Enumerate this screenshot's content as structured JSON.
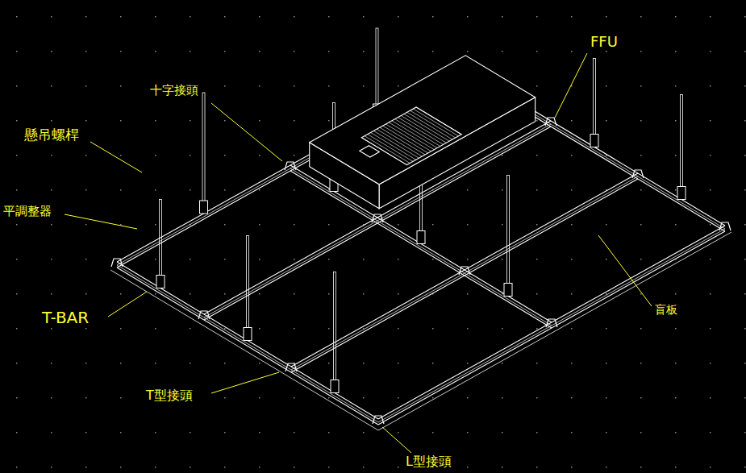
{
  "diagram": {
    "labels": [
      "FFU",
      "十字接頭",
      "懸吊螺桿",
      "平調整器",
      "T-BAR",
      "盲板",
      "T型接頭",
      "L型接頭"
    ]
  }
}
